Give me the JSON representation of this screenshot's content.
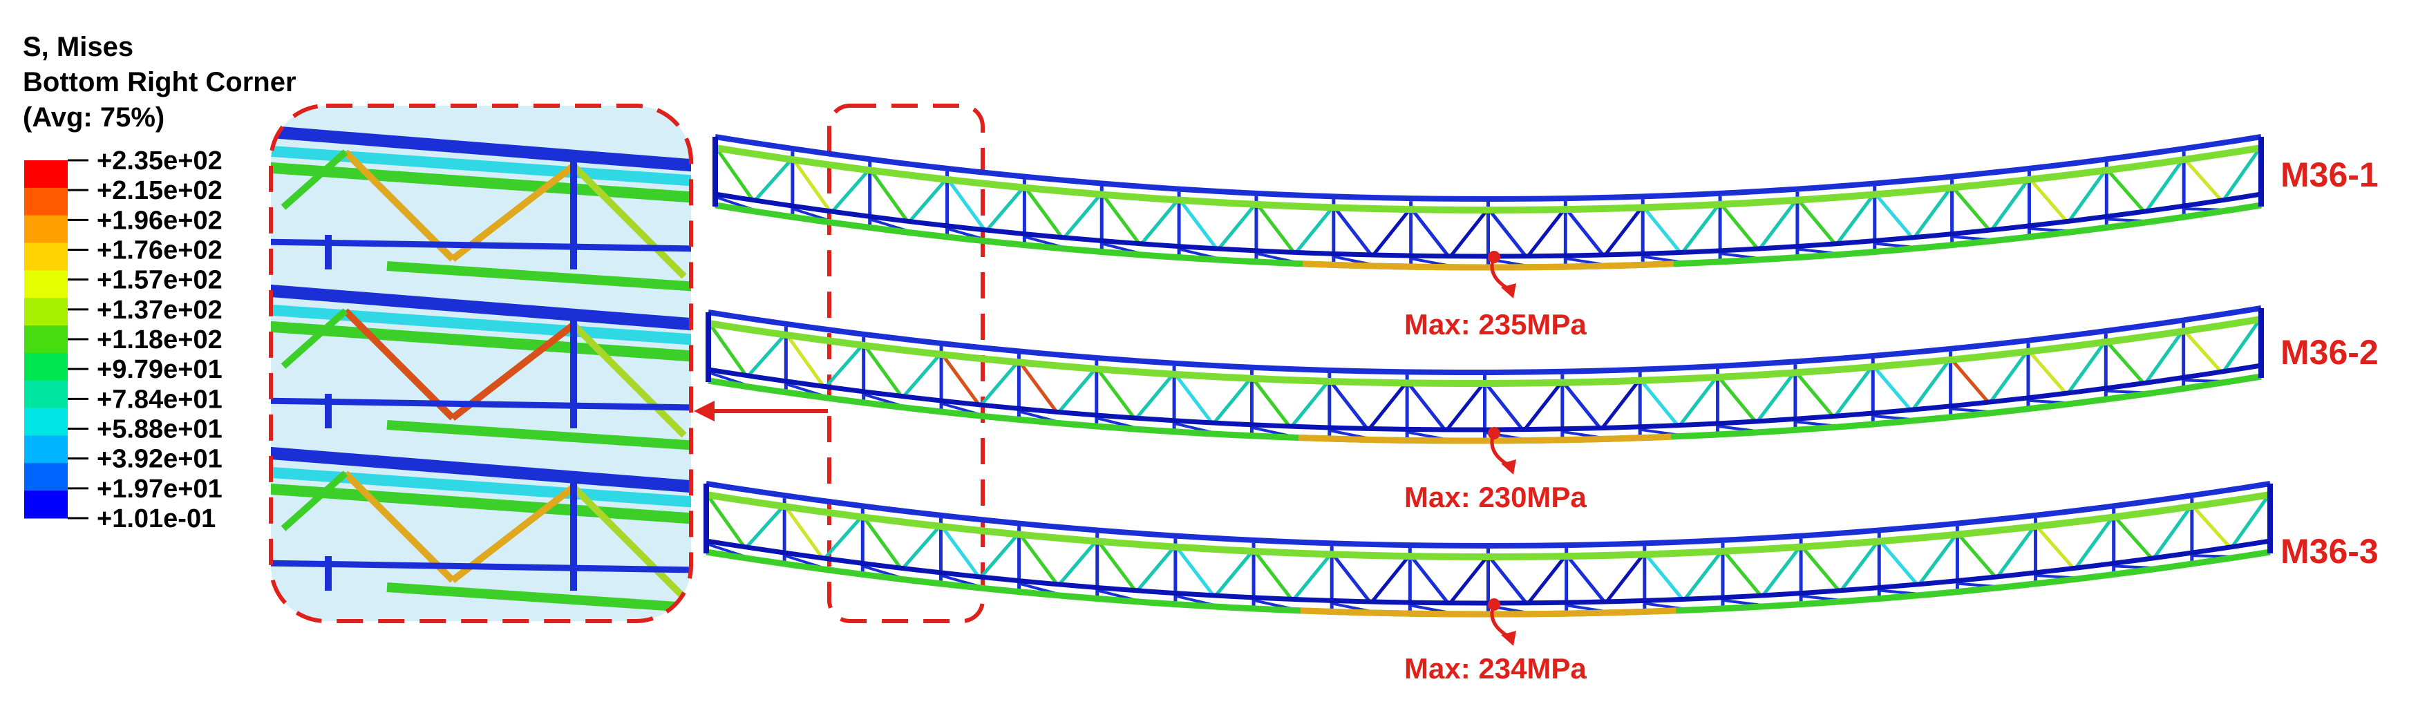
{
  "legend": {
    "title_lines": [
      "S, Mises",
      "Bottom Right Corner",
      "(Avg: 75%)"
    ],
    "values": [
      "+2.35e+02",
      "+2.15e+02",
      "+1.96e+02",
      "+1.76e+02",
      "+1.57e+02",
      "+1.37e+02",
      "+1.18e+02",
      "+9.79e+01",
      "+7.84e+01",
      "+5.88e+01",
      "+3.92e+01",
      "+1.97e+01",
      "+1.01e-01"
    ],
    "colors": [
      "#ff0000",
      "#ff5a00",
      "#ffa000",
      "#ffd200",
      "#e6ff00",
      "#a8f000",
      "#46dc10",
      "#00e650",
      "#00e6a0",
      "#00e6e6",
      "#00b4ff",
      "#0064ff",
      "#0000ff"
    ]
  },
  "accent_color": "#e0201b",
  "models": [
    {
      "label": "M36-1",
      "max_label": "Max: 235MPa"
    },
    {
      "label": "M36-2",
      "max_label": "Max: 230MPa"
    },
    {
      "label": "M36-3",
      "max_label": "Max: 234MPa"
    }
  ]
}
